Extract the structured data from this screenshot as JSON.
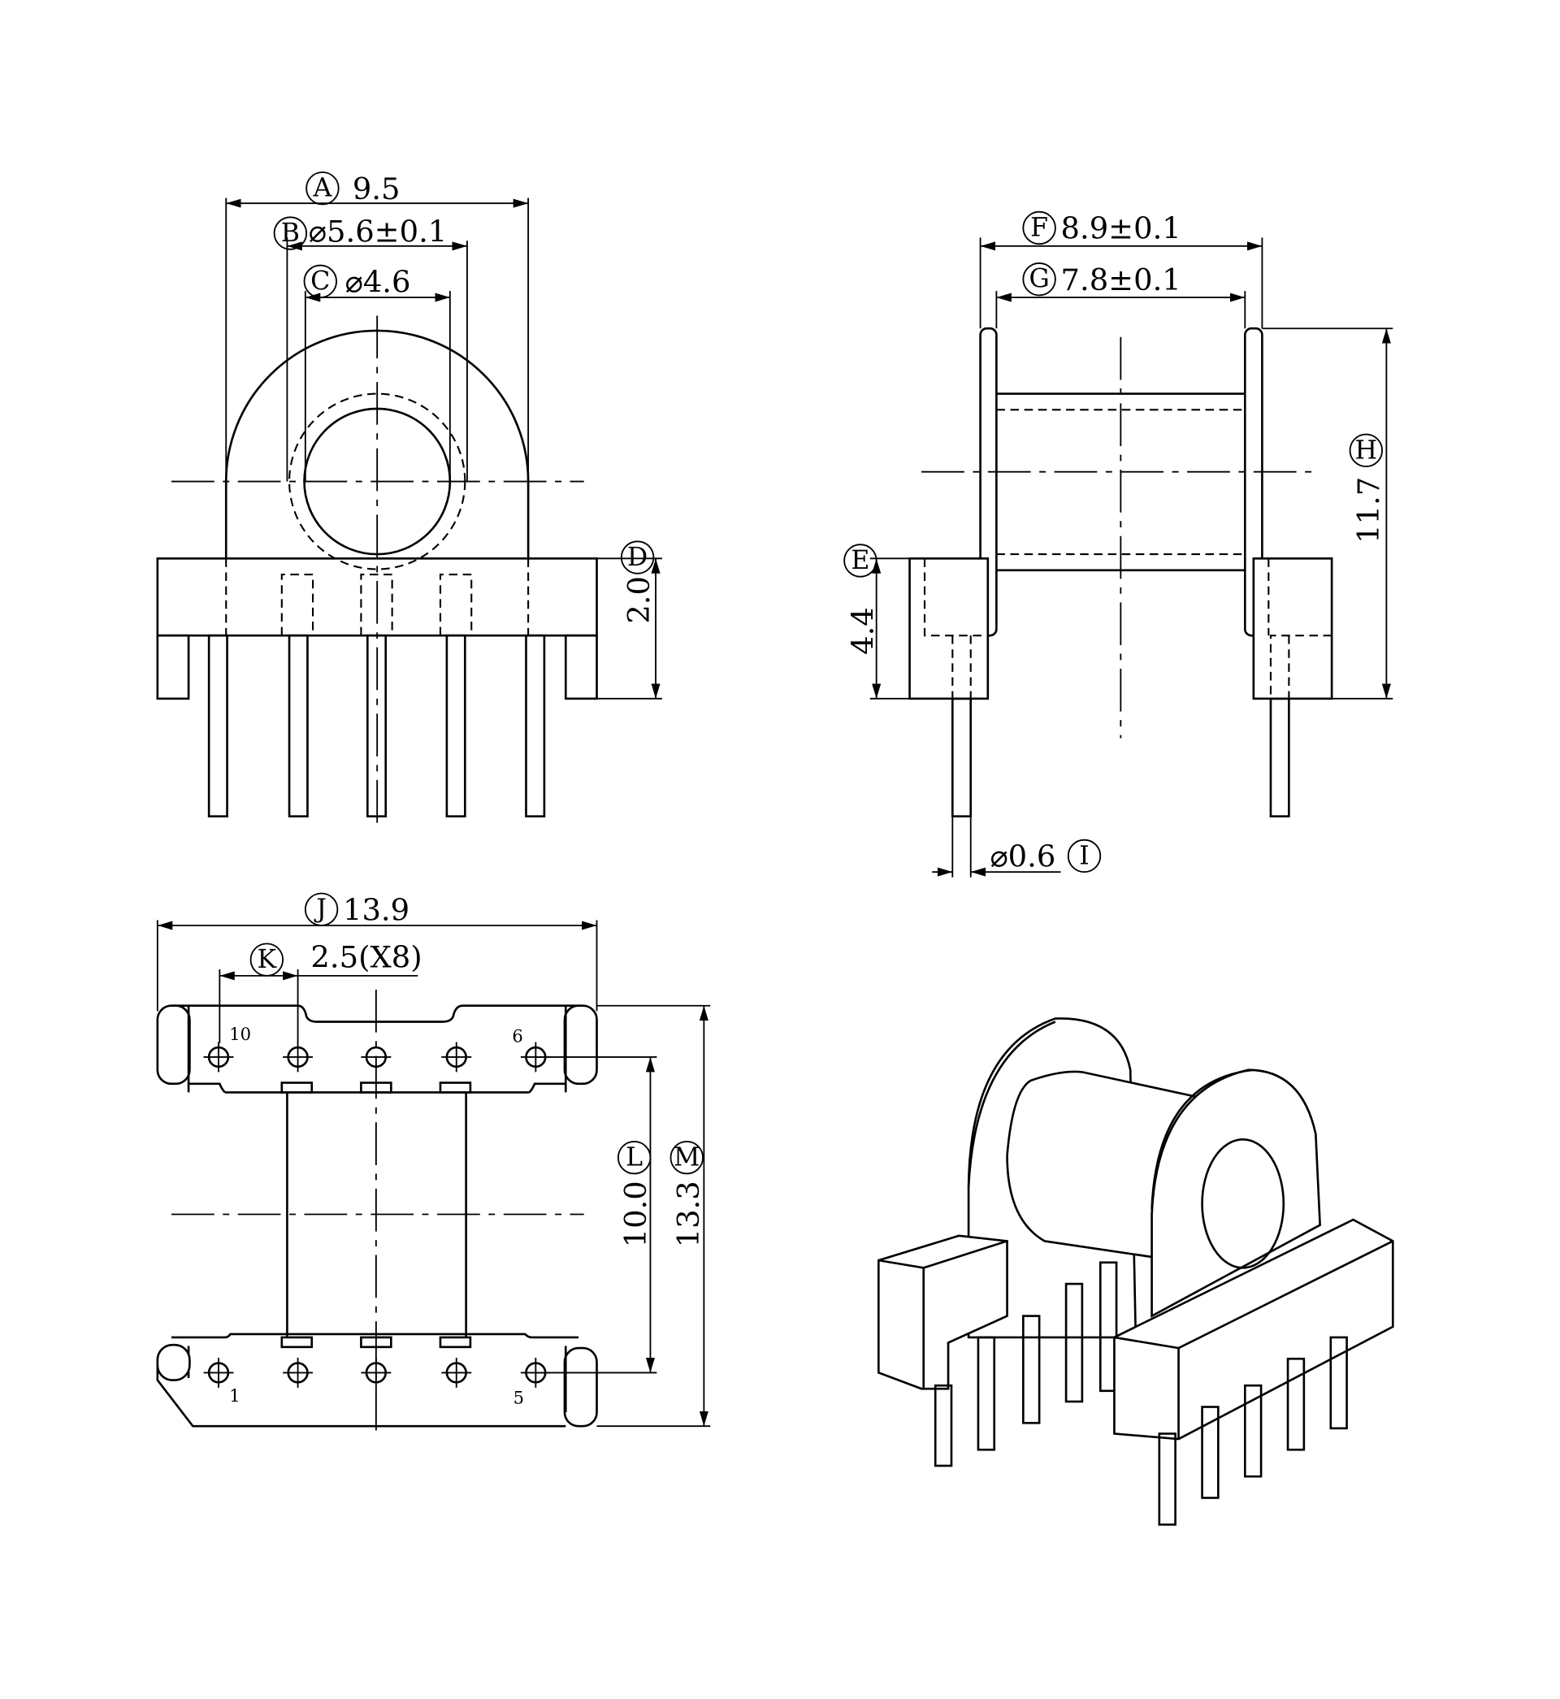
{
  "dimensions": {
    "A": {
      "letter": "A",
      "value": "9.5"
    },
    "B": {
      "letter": "B",
      "value": "⌀5.6±0.1"
    },
    "C": {
      "letter": "C",
      "value": "⌀4.6"
    },
    "D": {
      "letter": "D",
      "value": "2.0"
    },
    "E": {
      "letter": "E",
      "value": "4.4"
    },
    "F": {
      "letter": "F",
      "value": "8.9±0.1"
    },
    "G": {
      "letter": "G",
      "value": "7.8±0.1"
    },
    "H": {
      "letter": "H",
      "value": "11.7"
    },
    "I": {
      "letter": "I",
      "value": "⌀0.6"
    },
    "J": {
      "letter": "J",
      "value": "13.9"
    },
    "K": {
      "letter": "K",
      "value": "2.5(X8)"
    },
    "L": {
      "letter": "L",
      "value": "10.0"
    },
    "M": {
      "letter": "M",
      "value": "13.3"
    }
  },
  "pin_numbers": {
    "p10": "10",
    "p6": "6",
    "p1": "1",
    "p5": "5"
  }
}
